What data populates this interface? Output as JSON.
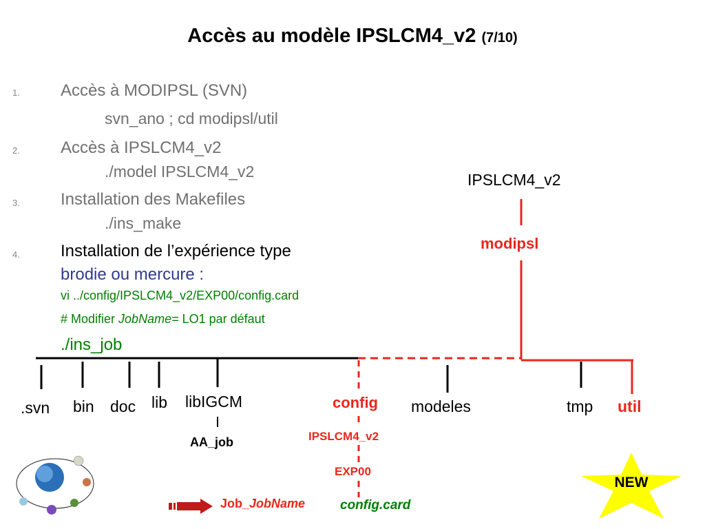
{
  "slide": {
    "title": "Accès au modèle IPSLCM4_v2",
    "title_count": "(7/10)"
  },
  "steps": [
    {
      "number": "1.",
      "title": "Accès à MODIPSL (SVN)",
      "command": "svn_ano ; cd modipsl/util"
    },
    {
      "number": "2.",
      "title": "Accès à IPSLCM4_v2",
      "command": "./model IPSLCM4_v2"
    },
    {
      "number": "3.",
      "title": "Installation des Makefiles",
      "command": "./ins_make"
    },
    {
      "number": "4.",
      "title": "Installation de l’expérience type",
      "machines": "brodie ou mercure :",
      "edit_cmd": "vi ../config/IPSLCM4_v2/EXP00/config.card",
      "comment_prefix": "# Modifier ",
      "comment_var": "JobName=",
      "comment_suffix": " LO1 par défaut",
      "final_cmd": "./ins_job"
    }
  ],
  "tree": {
    "root": "IPSLCM4_v2",
    "modipsl": "modipsl",
    "dirs": {
      "svn": ".svn",
      "bin": "bin",
      "doc": "doc",
      "lib": "lib",
      "libigcm": "libIGCM",
      "aa_job": "AA_job",
      "config": "config",
      "config_sub": "IPSLCM4_v2",
      "exp00": "EXP00",
      "config_card": "config.card",
      "modeles": "modeles",
      "tmp": "tmp",
      "util": "util"
    },
    "job_prefix": "Job_",
    "job_name": "JobName"
  },
  "badge": {
    "text": "NEW"
  },
  "colors": {
    "red": "#e8271c",
    "green": "#007f00",
    "blue": "#2f3b8f",
    "gray": "#707070",
    "star": "#ffff00"
  },
  "icons": {
    "logo": "institute-logo-icon",
    "star": "star-icon",
    "arrow": "right-arrow-icon"
  }
}
